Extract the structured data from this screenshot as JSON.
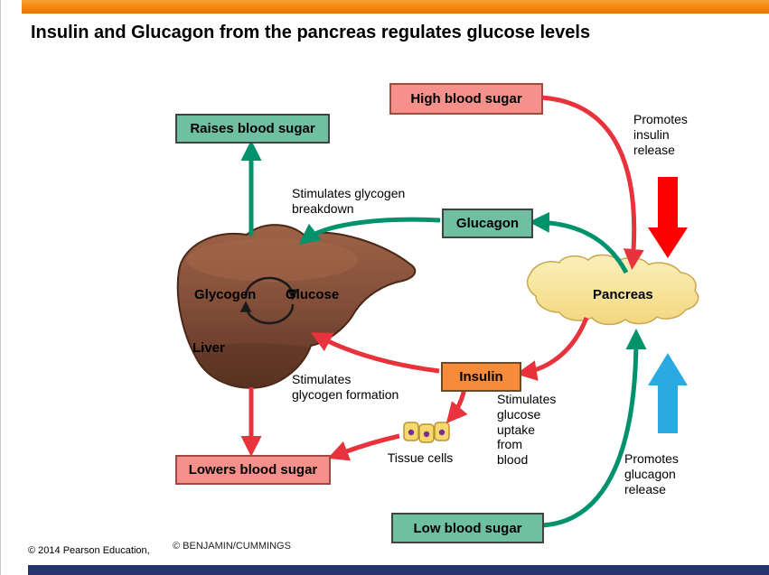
{
  "slide": {
    "title": "Insulin and Glucagon from the pancreas regulates glucose levels",
    "copyright": "© 2014 Pearson Education,",
    "credit": "© BENJAMIN/CUMMINGS"
  },
  "boxes": {
    "high_blood_sugar": "High blood sugar",
    "raises_blood_sugar": "Raises blood sugar",
    "glucagon": "Glucagon",
    "insulin": "Insulin",
    "lowers_blood_sugar": "Lowers blood sugar",
    "low_blood_sugar": "Low blood sugar"
  },
  "labels": {
    "promotes_insulin_release": "Promotes\ninsulin\nrelease",
    "stimulates_glycogen_breakdown": "Stimulates glycogen\nbreakdown",
    "stimulates_glycogen_formation": "Stimulates\nglycogen formation",
    "stimulates_glucose_uptake": "Stimulates\nglucose\nuptake\nfrom\nblood",
    "promotes_glucagon_release": "Promotes\nglucagon\nrelease",
    "tissue_cells": "Tissue cells",
    "pancreas": "Pancreas",
    "glycogen": "Glycogen",
    "glucose": "Glucose",
    "liver": "Liver"
  },
  "colors": {
    "teal_box": "#6fc0a2",
    "pink_box": "#f5908a",
    "orange_box": "#f68b3c",
    "green_arrow": "#00926c",
    "red_arrow": "#e8323c",
    "black_arrow": "#1a1a1a",
    "fat_red_arrow": "#fe0000",
    "fat_blue_arrow": "#29abe2",
    "top_bar_orange": "#f18a00",
    "bottom_bar_navy": "#27356e"
  }
}
